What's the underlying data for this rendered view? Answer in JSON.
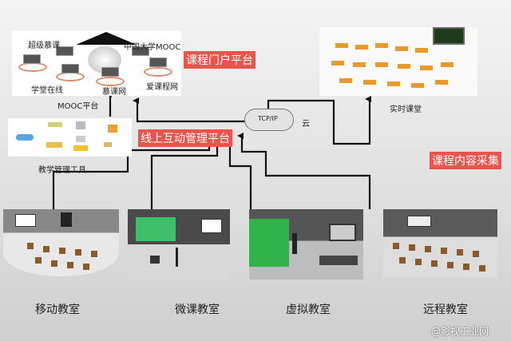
{
  "mooc_image": {
    "sites": [
      "超级慕课",
      "中国大学MOOC",
      "学堂在线",
      "慕课网",
      "爱课程网"
    ],
    "caption": "MOOC平台"
  },
  "labels": {
    "portal": "课程门户平台",
    "interactive": "线上互动管理平台",
    "collection": "课程内容采集",
    "realtime": "实时课堂",
    "tools": "教学管理工具",
    "cloud": "TCP/IP",
    "cloud_caption": "云"
  },
  "rooms": [
    {
      "label": "移动教室"
    },
    {
      "label": "微课教室"
    },
    {
      "label": "虚拟教室"
    },
    {
      "label": "远程教室"
    }
  ],
  "watermark": "@影视工业网",
  "colors": {
    "accent": "#e9544c",
    "line": "#111111",
    "green_screen": "#2fb34a"
  }
}
